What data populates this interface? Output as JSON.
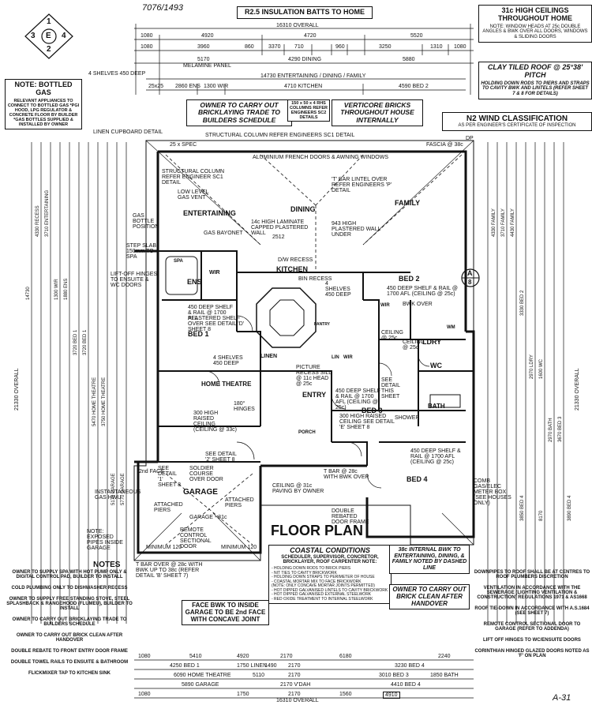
{
  "header": {
    "insulation": "R2.5 INSULATION BATTS TO HOME",
    "overall_top": "16310 OVERALL",
    "overall_bottom": "16310 OVERALL",
    "overall_left": "21330 OVERALL",
    "overall_right": "21330 OVERALL",
    "handwritten": "7076/1493"
  },
  "compass": {
    "n": "1",
    "w": "3",
    "c": "E",
    "e": "4",
    "s": "2"
  },
  "ceilings_box": {
    "title": "31c HIGH CEILINGS THROUGHOUT HOME",
    "body": "NOTE: WINDOW HEADS AT 25c DOUBLE ANGLES & BWK OVER ALL DOORS, WINDOWS & SLIDING DOORS"
  },
  "roof_box": {
    "title": "CLAY TILED ROOF @ 25°38' PITCH",
    "body": "HOLDING DOWN RODS TO PIERS AND STRAPS TO CAVITY BWK AND LINTELS (REFER SHEET 7 & 8 FOR DETAILS)"
  },
  "wind_box": {
    "title": "N2 WIND CLASSIFICATION",
    "body": "AS PER ENGINEER'S CERTIFICATE OF INSPECTION"
  },
  "gas_note": {
    "title": "NOTE: BOTTLED GAS",
    "body": "RELEVANT APPLIANCES TO CONNECT TO BOTTLED GAS *PGI HOOD, LPG REGULATOR & CONCRETE FLOOR BY BUILDER *GAS BOTTLES SUPPLIED & INSTALLED BY OWNER"
  },
  "owner_brick": "OWNER TO CARRY OUT BRICKLAYING TRADE TO BUILDERS SCHEDULE",
  "verticore": "VERTICORE BRICKS THROUGHOUT HOUSE INTERNALLY",
  "columns_box": "150 x 50 x 4 RHS COLUMNS REFER ENGINEERS SC2 DETAILS",
  "melamine": "MELAMINE PANEL",
  "shelves_top": "4 SHELVES 450 DEEP",
  "linen_cupboard": "LINEN CUPBOARD DETAIL",
  "top_dims": {
    "row1": [
      "1080",
      "4920",
      "4720",
      "5520"
    ],
    "row2": [
      "1080",
      "3960",
      "860",
      "3370",
      "710",
      "960",
      "3250",
      "1310",
      "1080"
    ],
    "row3": [
      "5170",
      "4290 DINING",
      "5880"
    ],
    "row4": "14730 ENTERTAINING / DINING / FAMILY",
    "row5": [
      "25x25",
      "2860 ENS",
      "1300 WIR",
      "4710 KITCHEN",
      "4590 BED 2"
    ]
  },
  "rooms": {
    "entertaining": "ENTERTAINING",
    "dining": "DINING",
    "family": "FAMILY",
    "kitchen": "KITCHEN",
    "ens": "ENS",
    "wir1": "WIR",
    "spa": "SPA",
    "bed1": "BED 1",
    "bed2": "BED 2",
    "bed3": "BED 3",
    "bed4": "BED 4",
    "linen": "LINEN",
    "entry": "ENTRY",
    "home_theatre": "HOME THEATRE",
    "garage": "GARAGE",
    "ldry": "LDRY",
    "wc": "WC",
    "bath": "BATH",
    "wm": "WM",
    "pantry": "PANTRY",
    "wir2": "WIR",
    "wir3": "WIR",
    "lin": "LIN",
    "porch": "PORCH"
  },
  "plan_labels": {
    "aluminium": "ALUMINIUM FRENCH DOORS & AWNING WINDOWS",
    "struct_col1": "STRUCTURAL COLUMN REFER ENGINEER SC1 DETAIL",
    "struct_col2": "STRUCTURAL COLUMN REFER ENGINEERS SC1 DETAIL",
    "low_level": "LOW LEVEL GAS VENT",
    "gas_bottle": "GAS BOTTLE POSITION",
    "gas_bayonet": "GAS BAYONET",
    "step_slab": "STEP SLAB 150mm TO SPA",
    "lift_off": "LIFT-OFF HINGES TO ENSUITE & WC DOORS",
    "laminate": "14c HIGH LAMINATE CAPPED PLASTERED WALL",
    "laminate_dim": "2512",
    "plaster_wall": "943 HIGH PLASTERED WALL UNDER",
    "bar_lintel": "'T' BAR LINTEL OVER REFER ENGINEERS 'P' DETAIL",
    "dw_recess": "D/W RECESS",
    "bin_recess": "BIN RECESS",
    "shelves_kitchen": "4 SHELVES 450 DEEP",
    "bed1_shelf": "450 DEEP SHELF & RAIL @ 1700 AFL",
    "plaster_sheet": "PLASTERED SHELF OVER SEE DETAIL 'D' SHEET 8",
    "bed2_shelf": "450 DEEP SHELF & RAIL @ 1700 AFL (CEILING @ 25c)",
    "bed3_shelf": "450 DEEP SHELF & RAIL @ 1700 AFL (CEILING @ 25c)",
    "bed4_shelf": "450 DEEP SHELF & RAIL @ 1700 AFL (CEILING @ 25c)",
    "linen_shelves": "4 SHELVES 450 DEEP",
    "picture_recess": "PICTURE RECESS SILL @ 11c HEAD @ 25c",
    "hinges_180": "180° HINGES",
    "raised_ceiling": "300 HIGH RAISED CEILING (CEILING @ 33c)",
    "raised_ceiling2": "300 HIGH RAISED CEILING SEE DETAIL 'E' SHEET 8",
    "see_detail": "SEE DETAIL THIS SHEET",
    "bwk_over": "BWK OVER",
    "ceiling_25c": "CEILING @ 25c",
    "porch_ceiling": "CEILING @ 31c PAVING BY OWNER",
    "t_bar": "T BAR @ 28c WITH BWK OVER",
    "soldier": "SOLDIER COURSE OVER DOOR",
    "detail_2": "SEE DETAIL '2' SHEET 8",
    "detail_1": "SEE DETAIL '1' SHEET 8",
    "second_face": "2nd FACE",
    "instantaneous": "INSTANTANEOUS GAS HWU",
    "exposed": "NOTE: EXPOSED PIPES INSIDE GARAGE",
    "attached_piers1": "ATTACHED PIERS",
    "attached_piers2": "ATTACHED PIERS",
    "garage_ceiling": "GARAGE - 31c",
    "remote": "REMOTE CONTROL SECTIONAL DOOR",
    "double_rebated": "DOUBLE REBATED DOOR FRAME",
    "comb_gas": "COMB GAS/ELEC METER BOX (SEE HOUSES ONLY)",
    "shower": "SHOWER",
    "ceiling_25c_b": "CEILING @ 25c",
    "fascia": "FASCIA @ 38c",
    "spec": "25 x SPEC",
    "dp": "DP",
    "a8": "A",
    "a8_num": "8",
    "min120": "MINIMUM 120",
    "min120b": "MINIMUM 120",
    "t_bar_garage": "T BAR OVER @ 28c WITH BWK UP TO 38c (REFER DETAIL 'B' SHEET 7)"
  },
  "floor_plan_title": "FLOOR PLAN",
  "coastal": {
    "title": "COASTAL CONDITIONS",
    "sub": "SCHEDULER, SUPERVISOR, CONCRETOR, BRICKLAYER, ROOF CARPENTER NOTE:",
    "items": [
      "- HOLDING DOWN RODS TO BRICK PIERS",
      "- NIT TIES TO CAVITY BRICKWORK",
      "- HOLDING DOWN STRAPS TO PERIMETER OF HOUSE",
      "- COASTAL MORTAR MIX TO FACE BRICKWORK",
      "(NOTE: ONLY CONCAVE MORTAR JOINTS PERMITTED)",
      "- HOT DIPPED GALVANISED LINTELS TO CAVITY BRICKWORK",
      "- HOT DIPPED GALVANISED EXTERNAL STEELWORK",
      "- RED OXIDE TREATMENT TO INTERNAL STEELWORK"
    ]
  },
  "internal_bwk": "38c INTERNAL BWK TO ENTERTAINING, DINING, & FAMILY NOTED BY DASHED LINE",
  "owner_clean": "OWNER TO CARRY OUT BRICK CLEAN AFTER HANDOVER",
  "face_bwk": "FACE BWK TO INSIDE GARAGE TO BE 2nd FACE WITH CONCAVE JOINT",
  "notes_title": "NOTES",
  "notes": [
    "OWNER TO SUPPLY SPA WITH HOT PUMP ONLY & DIGITAL CONTROL PAD, BUILDER TO INSTALL",
    "COLD PLUMBING ONLY TO DISHWASHER RECESS",
    "OWNER TO SUPPLY FREE STANDING STOVE, STEEL SPLASHBACK & RANGEHOOD (FLUMEU), BUILDER TO INSTALL",
    "OWNER TO CARRY OUT BRICKLAYING TRADE TO BUILDERS SCHEDULE",
    "OWNER TO CARRY OUT BRICK CLEAN AFTER HANDOVER",
    "DOUBLE REBATE TO FRONT ENTRY DOOR FRAME",
    "DOUBLE TOWEL RAILS TO ENSUITE & BATHROOM",
    "FLICKMIXER TAP TO KITCHEN SINK"
  ],
  "right_notes": [
    "DOWNPIPES TO ROOF SHALL BE AT CENTRES TO ROOF PLUMBERS DISCRETION",
    "VENTILATION IN ACCORDANCE WITH THE SEWERAGE (LIGHTING VENTILATION & CONSTRUCTION) REGULATIONS 1971 & AS1668",
    "ROOF TIE-DOWN IN ACCORDANCE WITH A.S.1684 (SEE SHEET 7)",
    "REMOTE CONTROL SECTIONAL DOOR TO GARAGE (REFER TO ADDENDA)",
    "LIFT OFF HINGES TO WC/ENSUITE DOORS",
    "CORINTHIAN HINGED GLAZED DOORS NOTED AS 'F' ON PLAN"
  ],
  "bottom_dims": {
    "row1": [
      "1080",
      "5410",
      "4920",
      "2170",
      "6180",
      "2240"
    ],
    "row2": [
      "4250 BED 1",
      "1750 LINEN",
      "1490",
      "2170",
      "3230 BED 4"
    ],
    "row3": [
      "6090 HOME THEATRE",
      "5110",
      "2170",
      "3010 BED 3",
      "1850 BATH"
    ],
    "row4": [
      "5890 GARAGE",
      "2170 V'DAH",
      "4410 BED 4"
    ],
    "row5": [
      "1080",
      "1750",
      "2170",
      "1560",
      "4910"
    ],
    "page": "A-31"
  },
  "left_dims": [
    "4330 RECESS",
    "3710 ENTERTAINING",
    "1300 WIR",
    "1880 ENS",
    "3720 BED 1",
    "3720 BED 1",
    "5470 HOME THEATRE",
    "3750 HOME THEATRE",
    "5170 GARAGE",
    "5770 GARAGE",
    "14730"
  ],
  "right_dims": [
    "4330 FAMILY",
    "3710 FAMILY",
    "4430 FAMILY",
    "3330 BED 2",
    "2970 LDRY",
    "1600 WC",
    "2970 BATH",
    "3670 BED 3",
    "3890 BED 4",
    "3850 BED 4",
    "8170"
  ]
}
